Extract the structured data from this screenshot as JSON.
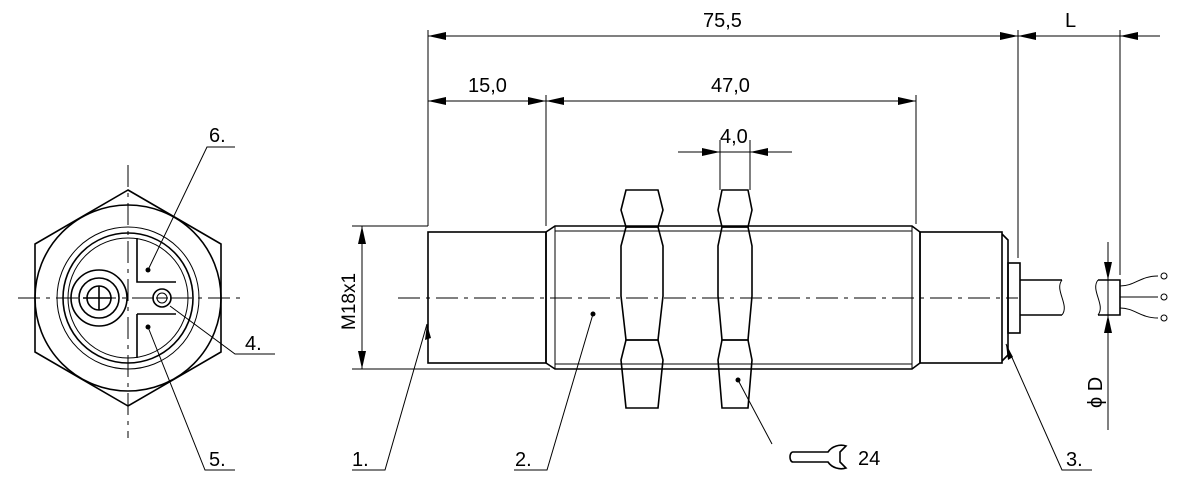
{
  "dimensions": {
    "overall_length": "75,5",
    "cable_length": "L",
    "lens_length": "15,0",
    "thread_length": "47,0",
    "nut_thickness": "4,0",
    "thread_size": "M18x1",
    "cable_diameter": "ϕ D",
    "wrench_size": "24"
  },
  "callouts": {
    "c1": "1.",
    "c2": "2.",
    "c3": "3.",
    "c4": "4.",
    "c5": "5.",
    "c6": "6."
  }
}
